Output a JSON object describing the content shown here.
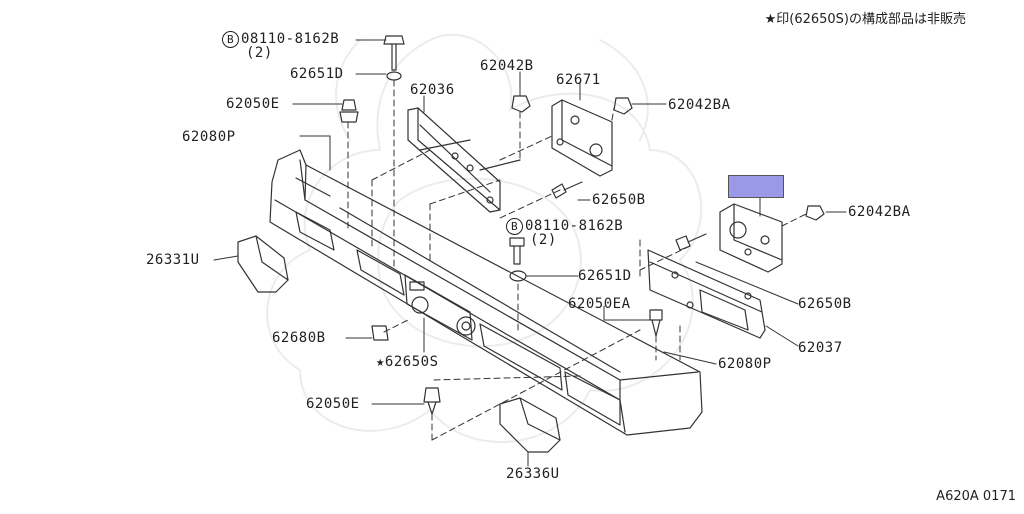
{
  "note": "★印(62650S)の構成部品は非販売",
  "diagram_code": "A620A 0171",
  "bolt_circle": "B",
  "highlight_color": "#9999e8",
  "labels": {
    "b1_part": "08110-8162B",
    "b1_qty": "(2)",
    "p62651D_1": "62651D",
    "p62050E_1": "62050E",
    "p62080P_1": "62080P",
    "p62036": "62036",
    "p62042B": "62042B",
    "p62671": "62671",
    "p62042BA_1": "62042BA",
    "p62650B_1": "62650B",
    "p62042BA_2": "62042BA",
    "b2_part": "08110-8162B",
    "b2_qty": "(2)",
    "p62651D_2": "62651D",
    "p62050EA": "62050EA",
    "p26331U": "26331U",
    "p62650B_2": "62650B",
    "p62037": "62037",
    "p62680B": "62680B",
    "p62650S": "★62650S",
    "p62080P_2": "62080P",
    "p62050E_2": "62050E",
    "p26336U": "26336U"
  }
}
